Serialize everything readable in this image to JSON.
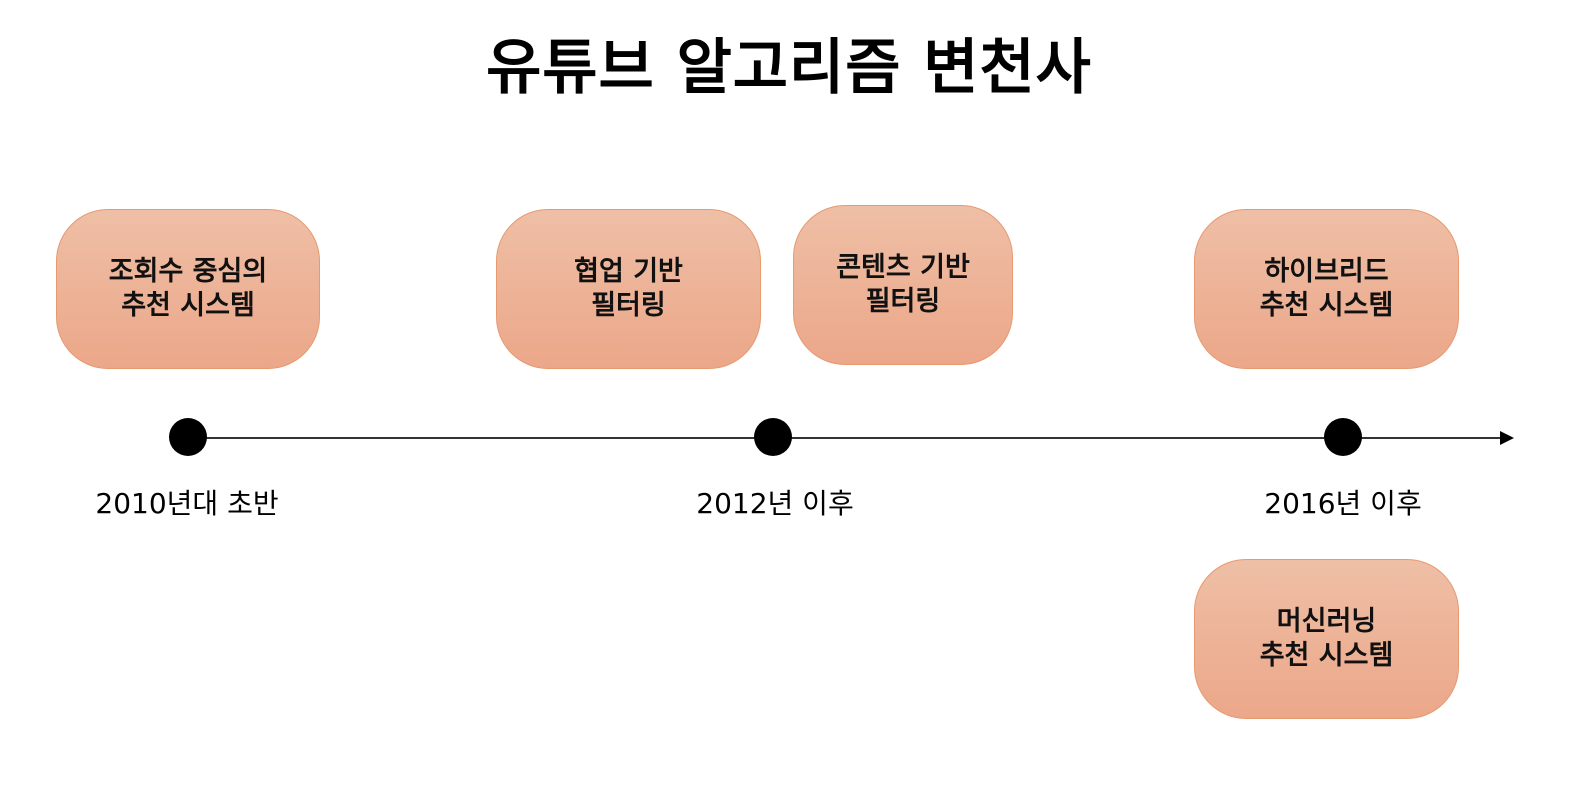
{
  "title": "유튜브 알고리즘 변천사",
  "milestones": [
    {
      "label": "2010년대 초반"
    },
    {
      "label": "2012년 이후"
    },
    {
      "label": "2016년 이후"
    }
  ],
  "stages": [
    {
      "text": "조회수 중심의\n추천 시스템"
    },
    {
      "text": "협업 기반\n필터링"
    },
    {
      "text": "콘텐츠 기반\n필터링"
    },
    {
      "text": "하이브리드\n추천 시스템"
    },
    {
      "text": "머신러닝\n추천 시스템"
    }
  ],
  "colors": {
    "box_fill_top": "#eebfa6",
    "box_fill_bottom": "#eca789",
    "box_border": "#e79a70",
    "timeline": "#333333",
    "dot": "#000000"
  }
}
